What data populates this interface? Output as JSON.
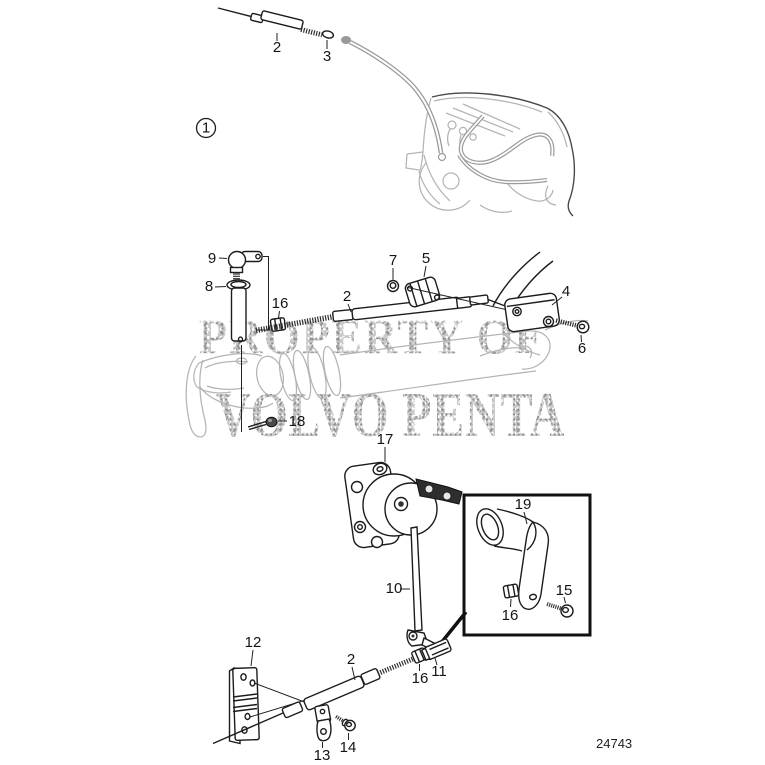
{
  "watermark": {
    "line1": "PROPERTY OF",
    "line2": "VOLVO PENTA"
  },
  "drawing_number": "24743",
  "view_marker": "1",
  "callouts": {
    "cable_top": "2",
    "ring_top": "3",
    "ball_joint9": "9",
    "pin8": "8",
    "nut_mid16": "16",
    "cable_mid2": "2",
    "screw7": "7",
    "clamp5": "5",
    "block4": "4",
    "bolt6": "6",
    "cotter18": "18",
    "actuator17": "17",
    "rod10": "10",
    "lever19": "19",
    "screw15": "15",
    "nut_inset16": "16",
    "plate12": "12",
    "cable_bottom2": "2",
    "nut_bottom16": "16",
    "clevis11": "11",
    "clamp13": "13",
    "screw14": "14"
  }
}
